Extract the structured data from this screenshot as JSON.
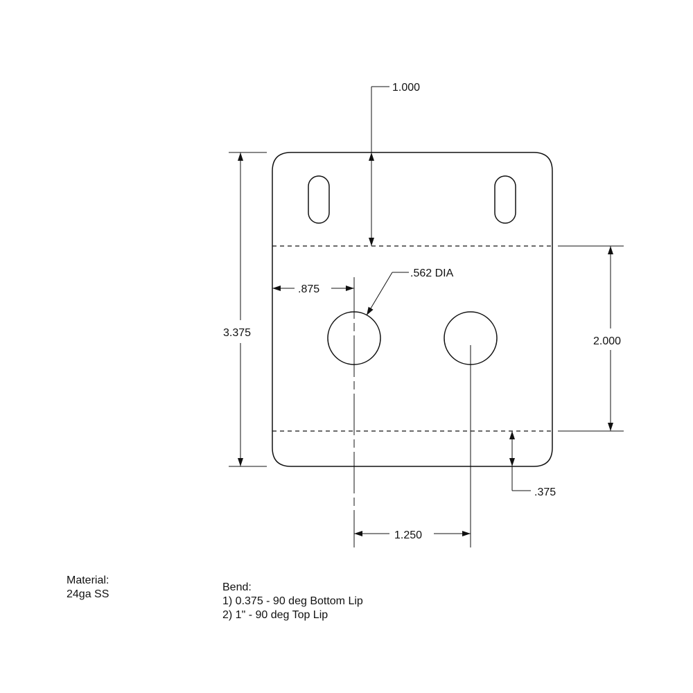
{
  "dimensions": {
    "top_lip": "1.000",
    "overall_height": "3.375",
    "hole_offset": ".875",
    "hole_diameter": ".562 DIA",
    "bend_span": "2.000",
    "bottom_lip": ".375",
    "hole_spacing": "1.250"
  },
  "notes": {
    "material_label": "Material:",
    "material_value": "24ga SS",
    "bend_label": "Bend:",
    "bend_1": "1) 0.375 - 90 deg Bottom Lip",
    "bend_2": "2) 1\" - 90 deg Top Lip"
  },
  "colors": {
    "line": "#111111",
    "background": "#ffffff"
  }
}
